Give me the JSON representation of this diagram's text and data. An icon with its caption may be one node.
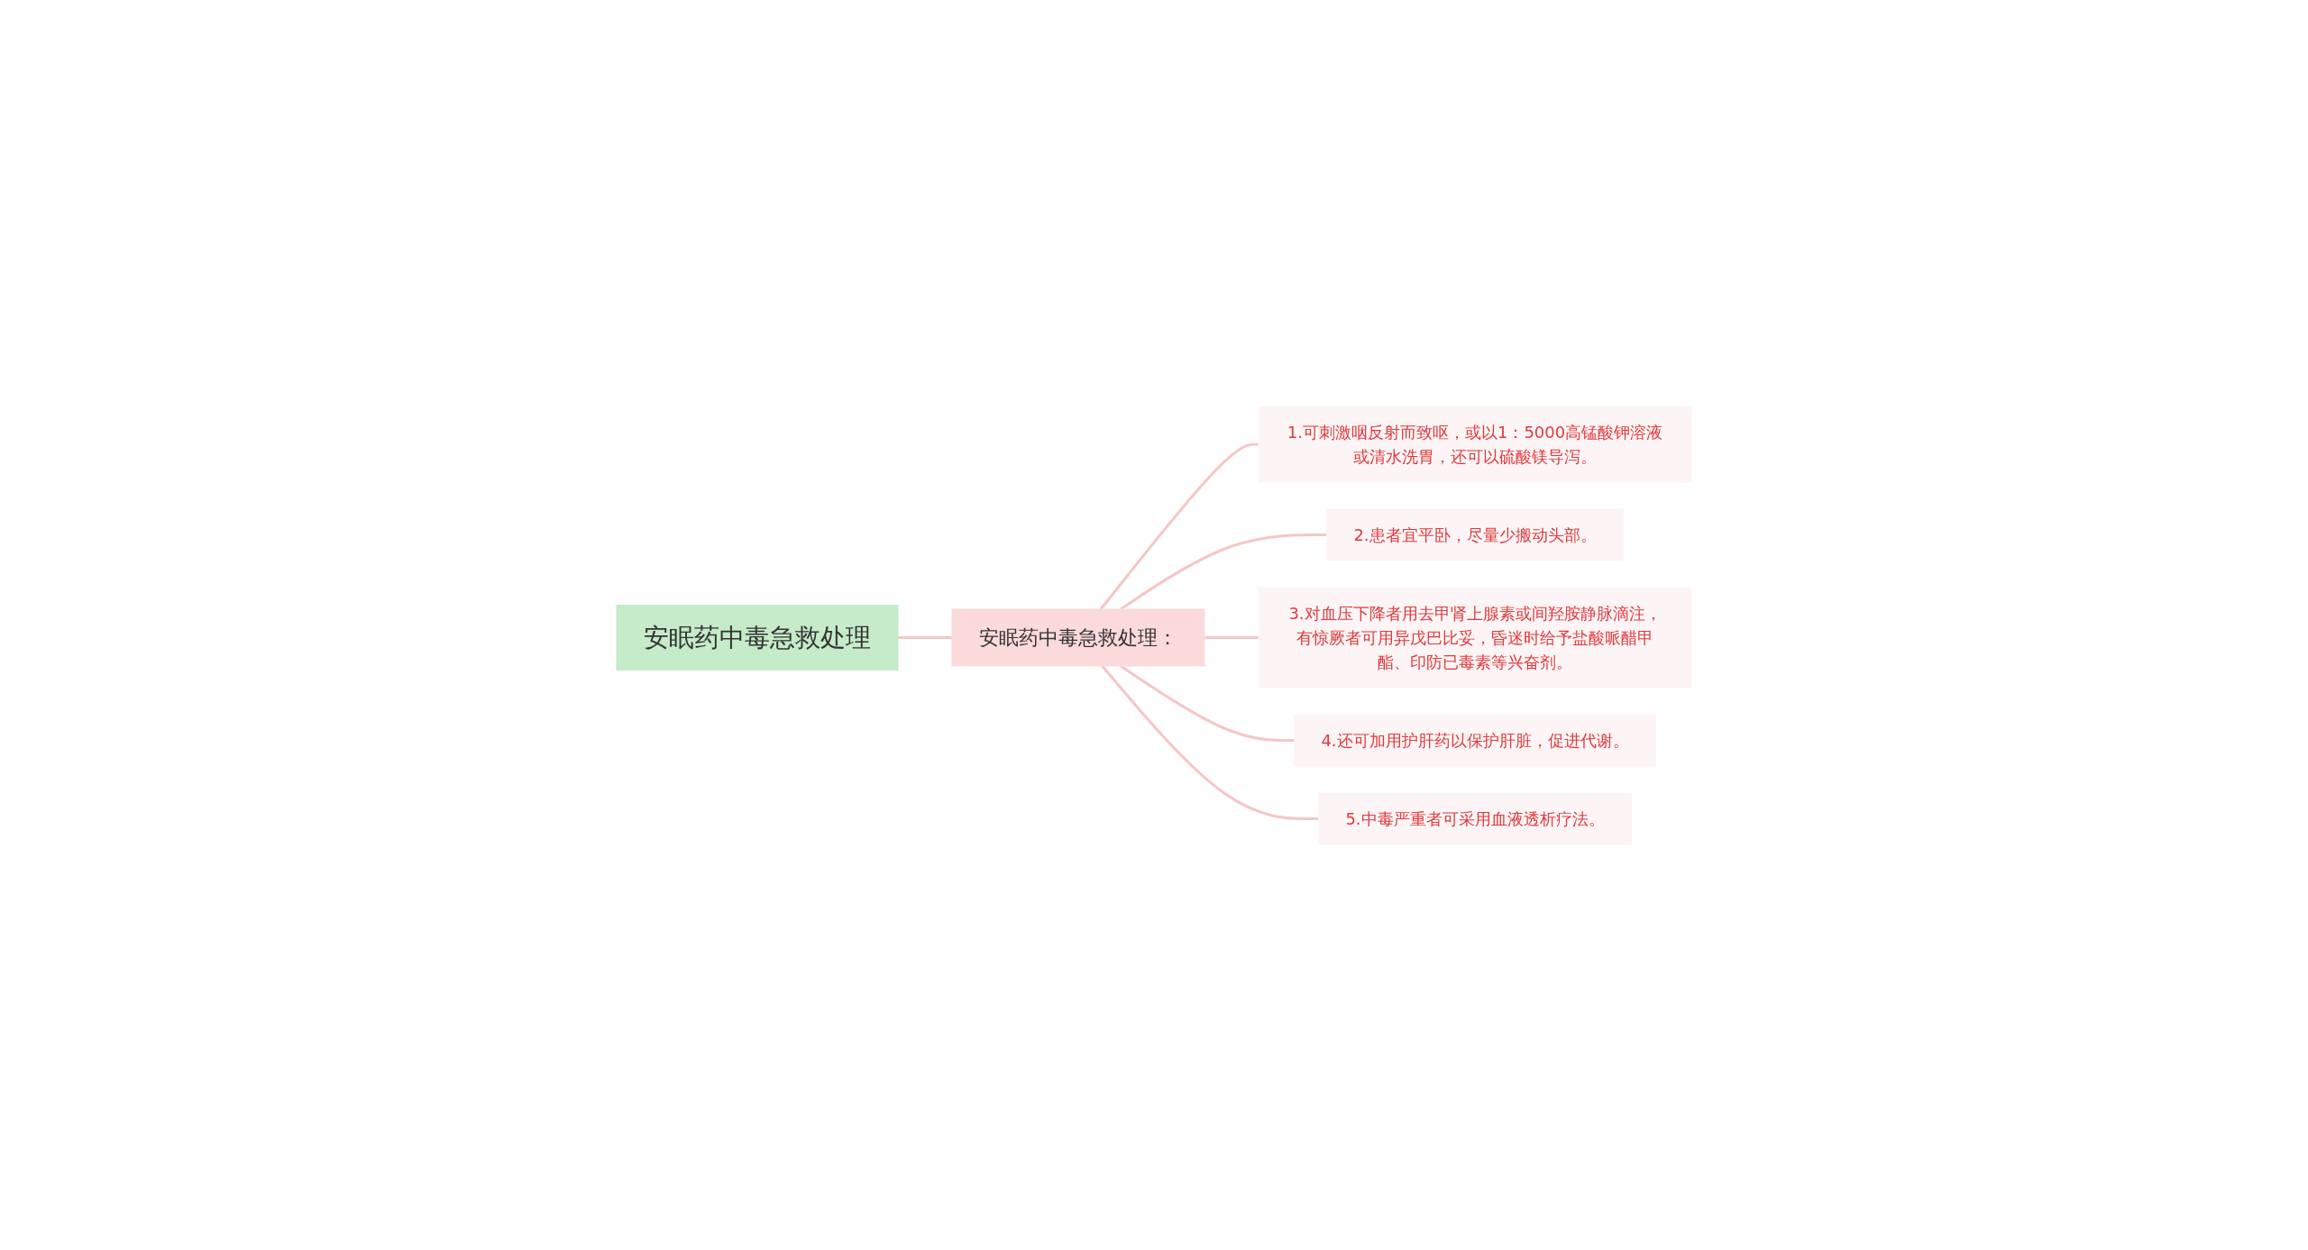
{
  "diagram": {
    "nodes": [
      {
        "text": [
          "安眠药中毒急救处理"
        ]
      },
      {
        "text": [
          "安眠药中毒急救处理："
        ]
      },
      {
        "text": [
          "1.可刺激咽反射而致呕，或以1：5000高锰酸钾溶液或清水洗胃，还可以硫酸镁导泻。"
        ]
      },
      {
        "text": [
          "2.患者宜平卧，尽量少搬动头部。"
        ]
      },
      {
        "text": [
          "3.对血压下降者用去甲肾上腺素或间羟胺静脉滴注，有惊厥者可用异戊巴比妥，昏迷时给予盐酸哌醋甲酯、印防已毒素等兴奋剂。"
        ]
      },
      {
        "text": [
          "4.还可加用护肝药以保护肝脏，促进代谢。"
        ]
      },
      {
        "text": [
          "5.中毒严重者可采用血液透析疗法。"
        ]
      }
    ],
    "edges": [
      {
        "from": 0,
        "to": 1,
        "arrow": "none"
      },
      {
        "from": 1,
        "to": 2,
        "arrow": "none"
      },
      {
        "from": 1,
        "to": 3,
        "arrow": "none"
      },
      {
        "from": 1,
        "to": 4,
        "arrow": "none"
      },
      {
        "from": 1,
        "to": 5,
        "arrow": "none"
      },
      {
        "from": 1,
        "to": 6,
        "arrow": "none"
      }
    ]
  }
}
